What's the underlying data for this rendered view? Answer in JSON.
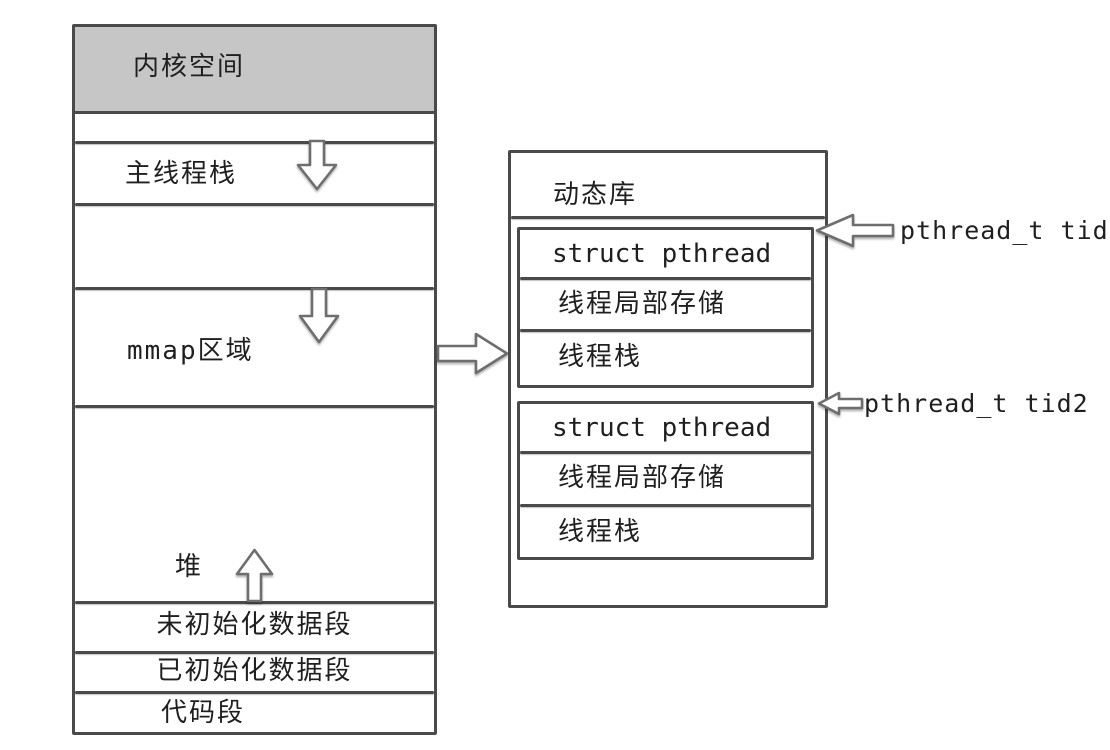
{
  "colors": {
    "line": "#4a4a4a",
    "kernel_fill": "#c6c6c6",
    "text": "#1f1f1f",
    "background": "#ffffff",
    "arrow_outline": "#6e6e6e"
  },
  "process_column": {
    "kernel_label": "内核空间",
    "main_thread_stack_label": "主线程栈",
    "mmap_label": "mmap区域",
    "heap_label": "堆",
    "bss_label": "未初始化数据段",
    "data_label": "已初始化数据段",
    "code_label": "代码段"
  },
  "library_box": {
    "title": "动态库",
    "thread_blocks": [
      {
        "rows": [
          "struct pthread",
          "线程局部存储",
          "线程栈"
        ]
      },
      {
        "rows": [
          "struct pthread",
          "线程局部存储",
          "线程栈"
        ]
      }
    ]
  },
  "annotations": {
    "tid_label": "pthread_t tid",
    "tid2_label": "pthread_t tid2"
  },
  "icons": {
    "down_arrow": "down-arrow",
    "up_arrow": "up-arrow",
    "right_arrow": "right-arrow",
    "left_arrow": "left-arrow"
  }
}
